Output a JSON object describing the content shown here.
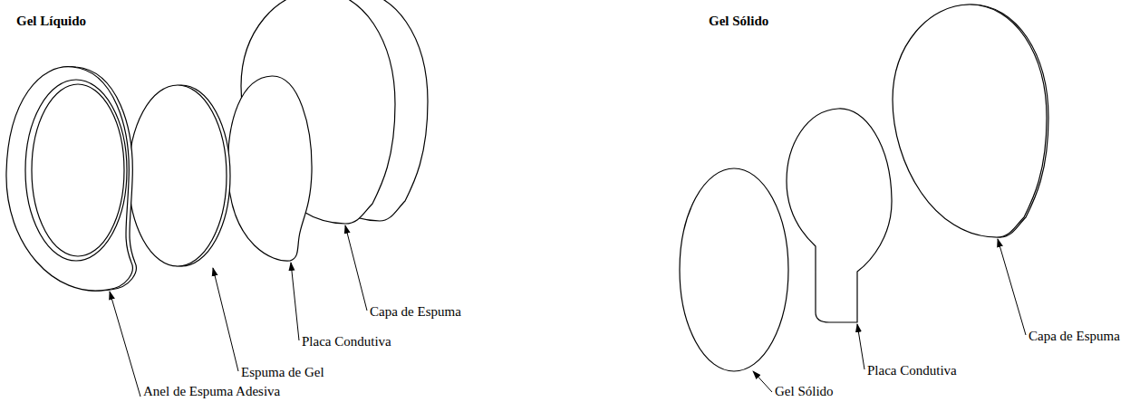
{
  "diagram": {
    "labels": [
      "Gel Líquido",
      "Anel de Espuma Adesiva",
      "Espuma de Gel",
      "Placa Condutiva",
      "Capa de Espuma",
      "Gel Sólido",
      "Gel Sólido",
      "Placa Condutiva",
      "Capa de Espuma"
    ]
  }
}
